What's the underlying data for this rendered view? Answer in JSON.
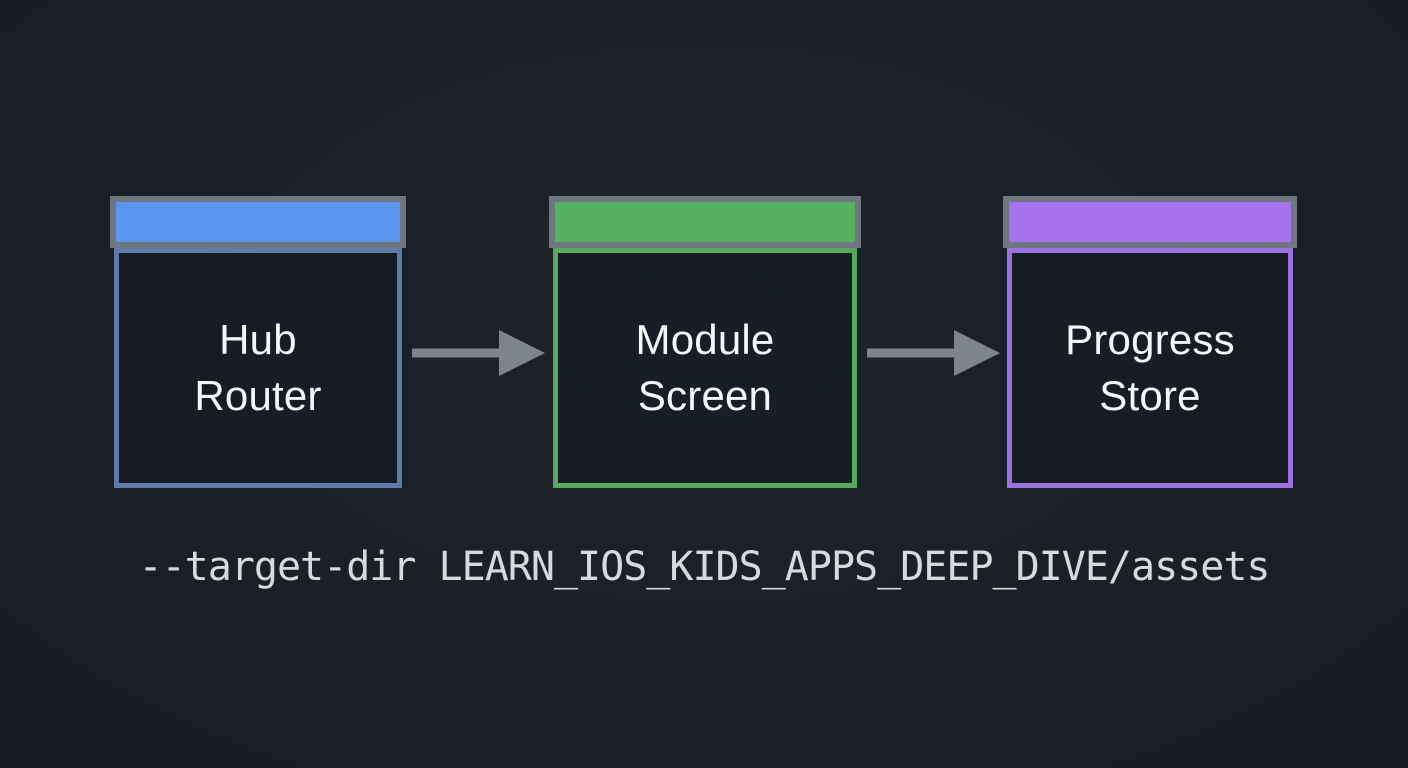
{
  "background": {
    "color": "#191d24"
  },
  "diagram": {
    "nodes": [
      {
        "id": "hub-router",
        "label": [
          "Hub",
          "Router"
        ],
        "header_fill": "#5b96ef",
        "header_frame": "#6e7680",
        "body_border": "#5d7ca7"
      },
      {
        "id": "module-screen",
        "label": [
          "Module",
          "Screen"
        ],
        "header_fill": "#56b163",
        "header_frame": "#6e7680",
        "body_border": "#55aa60"
      },
      {
        "id": "progress-store",
        "label": [
          "Progress",
          "Store"
        ],
        "header_fill": "#a673ee",
        "header_frame": "#6e7680",
        "body_border": "#9d73e3"
      }
    ],
    "arrow_color": "#7e848d",
    "label_color": "#f4f5f7"
  },
  "command_line": {
    "text": "--target-dir LEARN_IOS_KIDS_APPS_DEEP_DIVE/assets",
    "color": "#d6d9dd"
  }
}
